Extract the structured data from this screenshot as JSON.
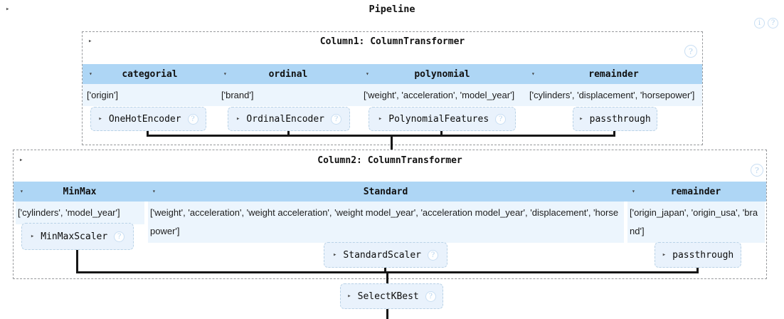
{
  "icons": {
    "toggle_collapsed": "▸",
    "toggle_header": "▾",
    "info": "i",
    "help": "?"
  },
  "pipeline": {
    "title": "Pipeline",
    "steps": [
      {
        "title": "Column1: ColumnTransformer",
        "columns": [
          {
            "label": "categorial",
            "features": "['origin']",
            "estimator": "OneHotEncoder"
          },
          {
            "label": "ordinal",
            "features": "['brand']",
            "estimator": "OrdinalEncoder"
          },
          {
            "label": "polynomial",
            "features": "['weight', 'acceleration', 'model_year']",
            "estimator": "PolynomialFeatures"
          },
          {
            "label": "remainder",
            "features": "['cylinders', 'displacement', 'horsepower']",
            "estimator": "passthrough"
          }
        ]
      },
      {
        "title": "Column2: ColumnTransformer",
        "columns": [
          {
            "label": "MinMax",
            "features": "['cylinders', 'model_year']",
            "estimator": "MinMaxScaler"
          },
          {
            "label": "Standard",
            "features": "['weight', 'acceleration', 'weight acceleration', 'weight model_year', 'acceleration model_year', 'displacement', 'horsepower']",
            "estimator": "StandardScaler"
          },
          {
            "label": "remainder",
            "features": "['origin_japan', 'origin_usa', 'brand']",
            "estimator": "passthrough"
          }
        ]
      },
      {
        "title": "SelectKBest",
        "estimator": "SelectKBest"
      }
    ]
  }
}
